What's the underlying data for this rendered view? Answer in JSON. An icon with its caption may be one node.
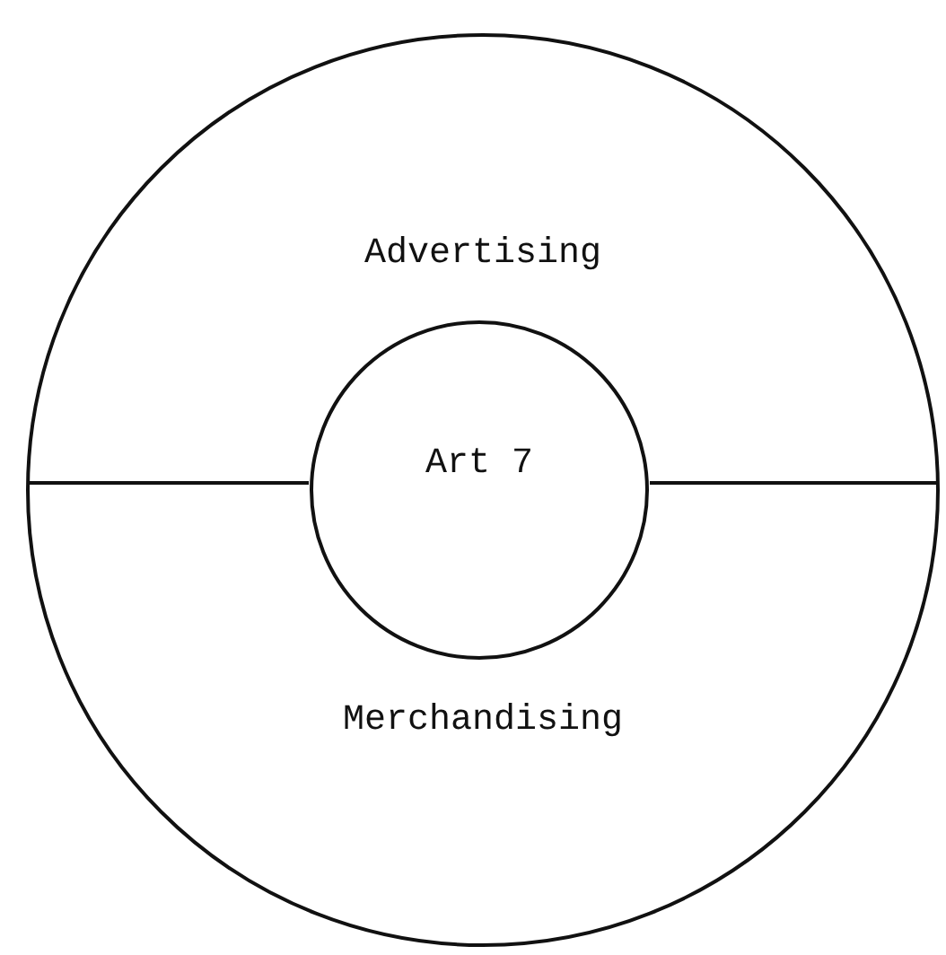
{
  "diagram": {
    "nodes": [
      {
        "text": [
          "Advertising",
          "Merchandising"
        ]
      },
      {
        "text": [
          "Art 7"
        ],
        "in": 0
      }
    ]
  }
}
